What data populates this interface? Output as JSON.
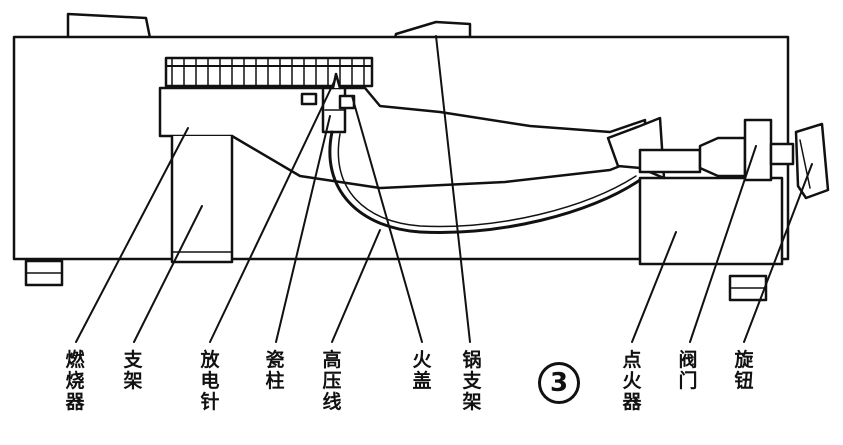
{
  "figure_number": "3",
  "labels": [
    {
      "id": "burner",
      "text": "燃烧器"
    },
    {
      "id": "support",
      "text": "支架"
    },
    {
      "id": "discharge-pin",
      "text": "放电针"
    },
    {
      "id": "ceramic-post",
      "text": "瓷柱"
    },
    {
      "id": "hv-wire",
      "text": "高压线"
    },
    {
      "id": "fire-cover",
      "text": "火盖"
    },
    {
      "id": "pot-support",
      "text": "锅支架"
    },
    {
      "id": "igniter",
      "text": "点火器"
    },
    {
      "id": "valve",
      "text": "阀门"
    },
    {
      "id": "knob",
      "text": "旋钮"
    }
  ],
  "colors": {
    "ink": "#111111",
    "paper": "#ffffff"
  }
}
